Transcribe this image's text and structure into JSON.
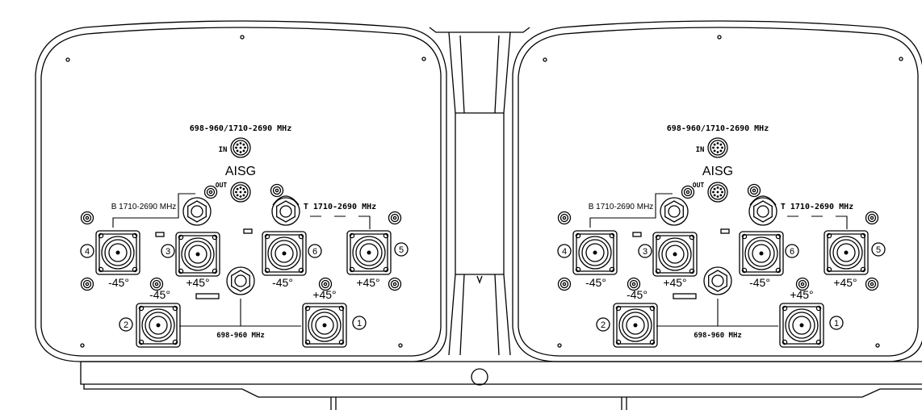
{
  "diagram": {
    "panels": [
      {
        "top_band": "698-960/1710-2690 MHz",
        "aisg": "AISG",
        "in_label": "IN",
        "out_label": "OUT",
        "b_band": "B 1710-2690 MHz",
        "t_band": "T 1710-2690 MHz",
        "low_band": "698-960 MHz",
        "port_labels": {
          "p1": "+45°",
          "p2": "-45°",
          "p3": "+45°",
          "p4": "-45°",
          "p5": "+45°",
          "p6": "-45°"
        },
        "port_numbers": [
          "1",
          "2",
          "3",
          "4",
          "5",
          "6"
        ]
      },
      {
        "top_band": "698-960/1710-2690 MHz",
        "aisg": "AISG",
        "in_label": "IN",
        "out_label": "OUT",
        "b_band": "B 1710-2690 MHz",
        "t_band": "T 1710-2690 MHz",
        "low_band": "698-960 MHz",
        "port_labels": {
          "p1": "+45°",
          "p2": "-45°",
          "p3": "+45°",
          "p4": "-45°",
          "p5": "+45°",
          "p6": "-45°"
        },
        "port_numbers": [
          "1",
          "2",
          "3",
          "4",
          "5",
          "6"
        ]
      }
    ],
    "colors": {
      "line": "#000000",
      "background": "#ffffff"
    }
  }
}
